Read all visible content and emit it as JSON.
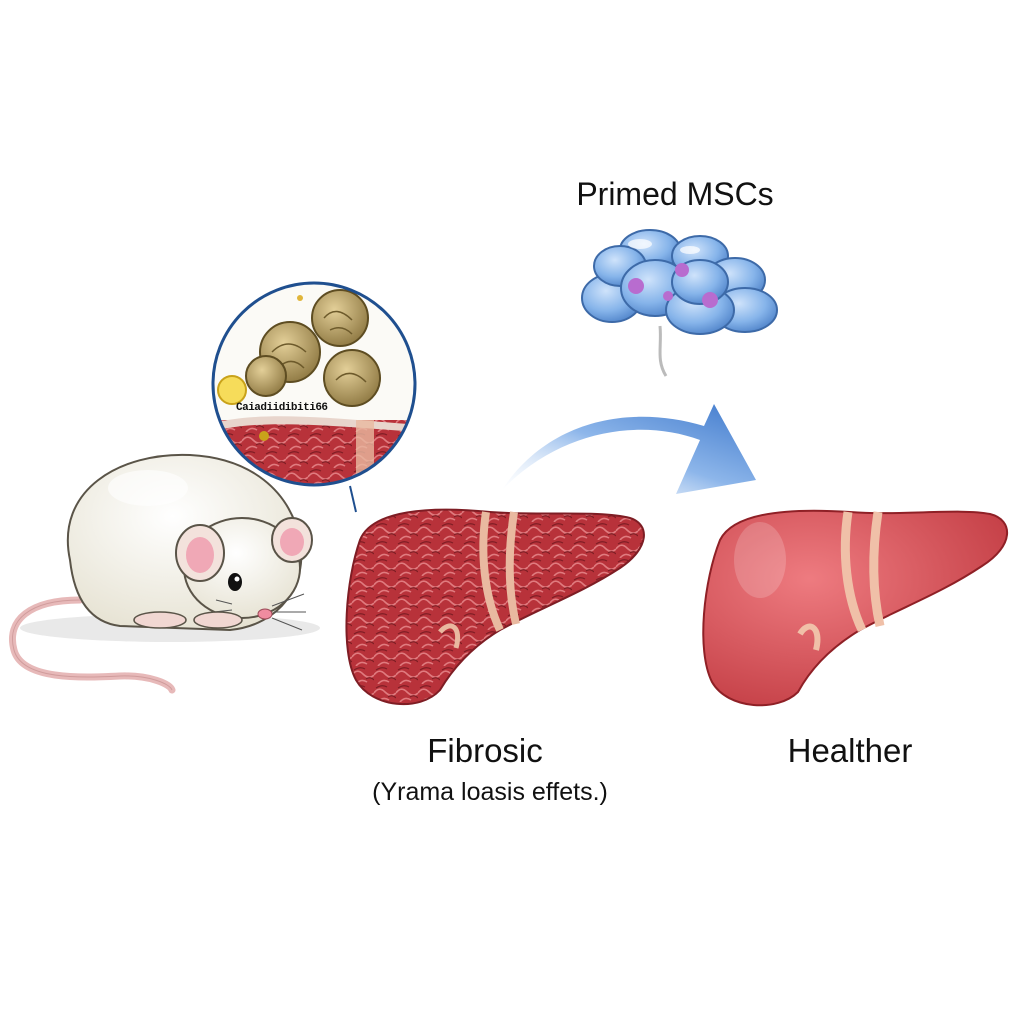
{
  "labels": {
    "msc_title": "Primed MSCs",
    "fibrotic_title": "Fibrosic",
    "fibrotic_subtitle": "(Yrama loasis effets.)",
    "healthier_title": "Healther",
    "micro_caption": "Caiadiidibiti66"
  },
  "icons": [
    "rat-icon",
    "microscope-inset-icon",
    "fibrotic-liver-icon",
    "healthy-liver-icon",
    "msc-cluster-icon",
    "transition-arrow-icon"
  ],
  "colors": {
    "fibrotic_liver": "#b8323a",
    "healthy_liver": "#d9525a",
    "msc_blue": "#7fb2e8",
    "msc_nucleus": "#b86ccf",
    "arrow_blue": "#4a84d4",
    "inset_border": "#1f4f8f",
    "gallbladder_band": "#e9b9a0"
  }
}
